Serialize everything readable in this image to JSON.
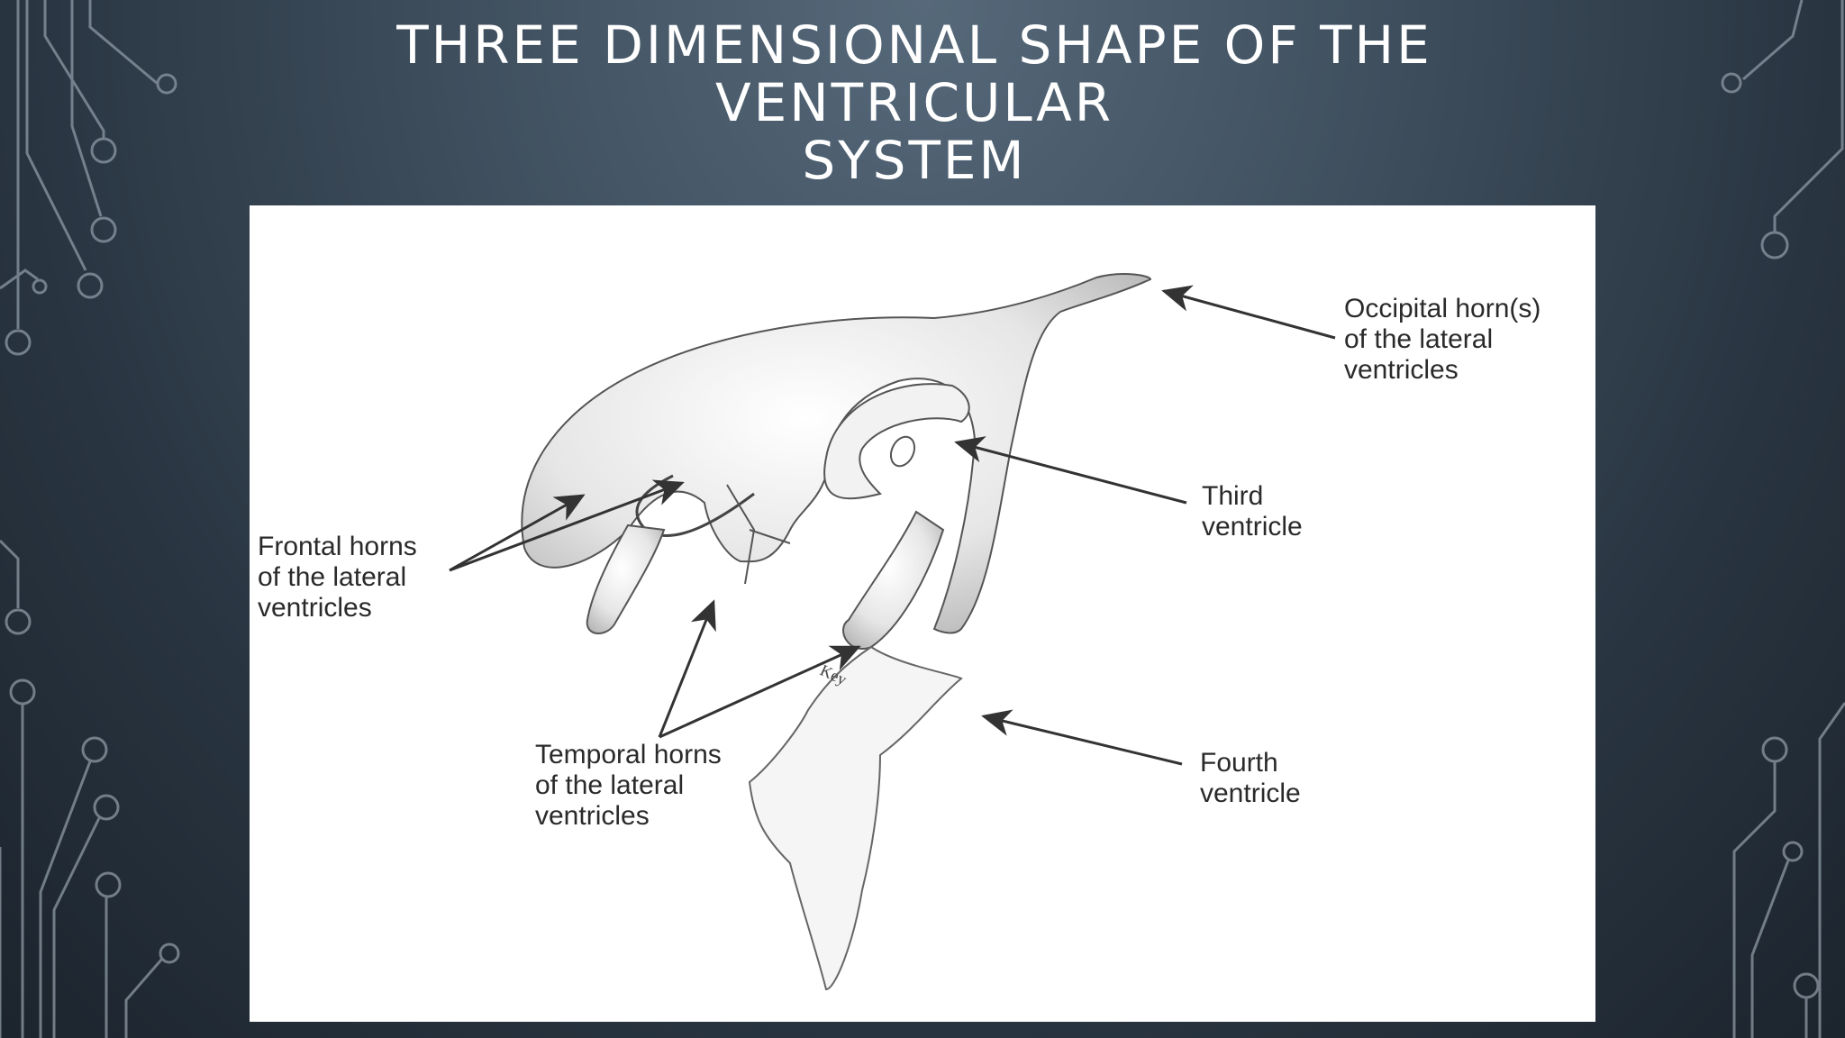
{
  "slide": {
    "title_lines": [
      "THREE DIMENSIONAL SHAPE OF THE",
      "VENTRICULAR",
      "SYSTEM"
    ]
  },
  "diagram": {
    "labels": {
      "occipital": [
        "Occipital horn(s)",
        "of the lateral",
        "ventricles"
      ],
      "third": [
        "Third",
        "ventricle"
      ],
      "frontal": [
        "Frontal horns",
        "of the lateral",
        "ventricles"
      ],
      "temporal": [
        "Temporal horns",
        "of the lateral",
        "ventricles"
      ],
      "fourth": [
        "Fourth",
        "ventricle"
      ]
    }
  },
  "colors": {
    "background": "#3f4f5e",
    "title": "#ffffff",
    "circuit": "#9aa6b0",
    "figure_bg": "#ffffff",
    "ink": "#2a2a2a"
  }
}
